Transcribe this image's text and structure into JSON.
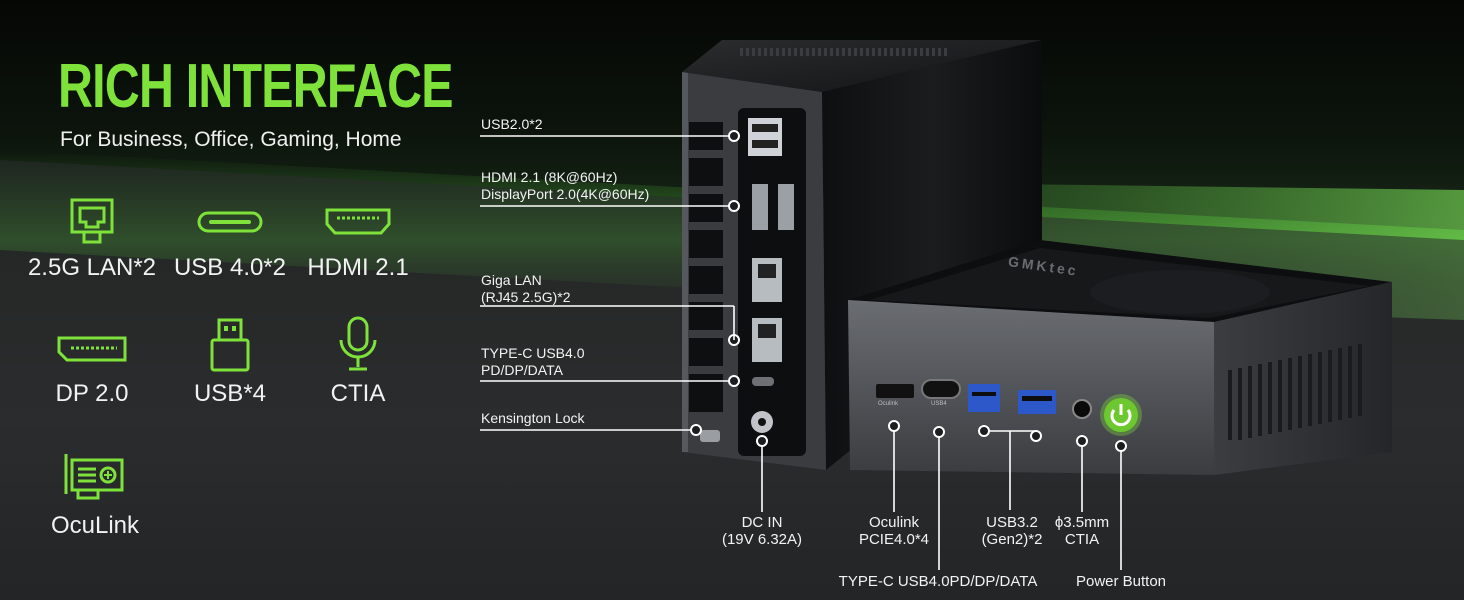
{
  "headline": "RICH INTERFACE",
  "subheadline": "For Business, Office, Gaming, Home",
  "features": [
    {
      "icon": "ethernet-port-icon",
      "label": "2.5G LAN*2"
    },
    {
      "icon": "usb-c-port-icon",
      "label": "USB 4.0*2"
    },
    {
      "icon": "hdmi-port-icon",
      "label": "HDMI 2.1"
    },
    {
      "icon": "displayport-icon",
      "label": "DP 2.0"
    },
    {
      "icon": "usb-a-connector-icon",
      "label": "USB*4"
    },
    {
      "icon": "microphone-icon",
      "label": "CTIA"
    },
    {
      "icon": "graphics-card-icon",
      "label": "OcuLink"
    }
  ],
  "callouts": {
    "usb2": "USB2.0*2",
    "hdmi_dp": "HDMI 2.1 (8K@60Hz)\nDisplayPort 2.0(4K@60Hz)",
    "lan": "Giga LAN\n(RJ45 2.5G)*2",
    "typec_rear": "TYPE-C USB4.0\nPD/DP/DATA",
    "kensington": "Kensington Lock",
    "dc_in": "DC IN\n(19V 6.32A)",
    "oculink": "Oculink\nPCIE4.0*4",
    "usb32": "USB3.2\n(Gen2)*2",
    "audio": "ϕ3.5mm\nCTIA",
    "typec_front": "TYPE-C USB4.0PD/DP/DATA",
    "power": "Power Button"
  },
  "device": {
    "brand": "GMKtec",
    "port_text_oculink": "Oculink",
    "port_text_usb4": "USB4"
  },
  "colors": {
    "accent": "#7ee23a",
    "text": "#f2f2f2",
    "line": "#ffffff"
  }
}
